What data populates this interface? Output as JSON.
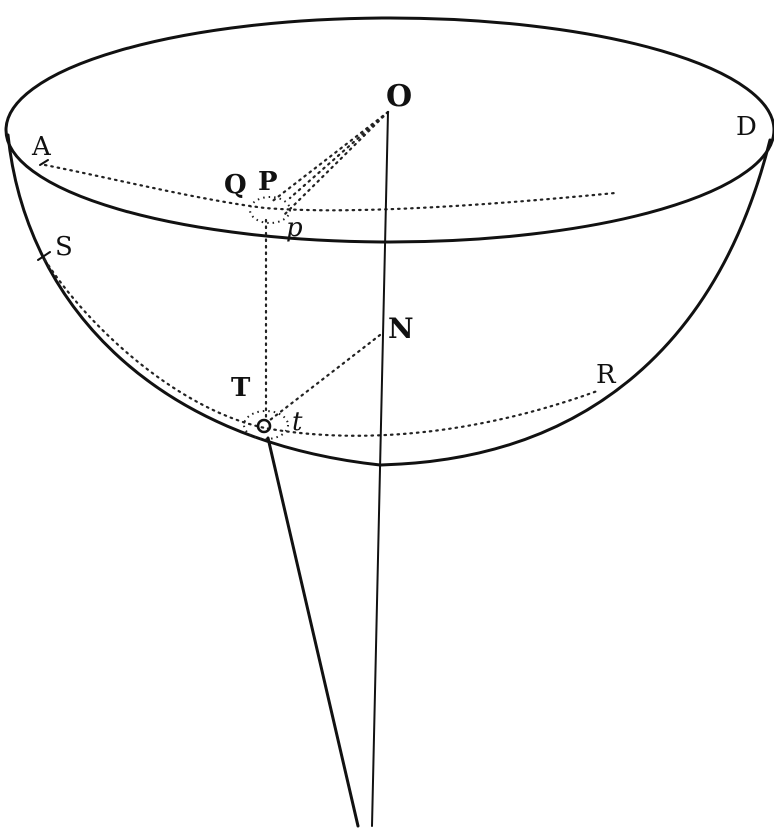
{
  "figure": {
    "labels": {
      "O": "O",
      "A": "A",
      "D": "D",
      "Q": "Q",
      "P": "P",
      "p": "p",
      "S": "S",
      "N": "N",
      "T": "T",
      "t": "t",
      "R": "R"
    },
    "ink_color": "#111111",
    "paper_color": "#ffffff"
  }
}
